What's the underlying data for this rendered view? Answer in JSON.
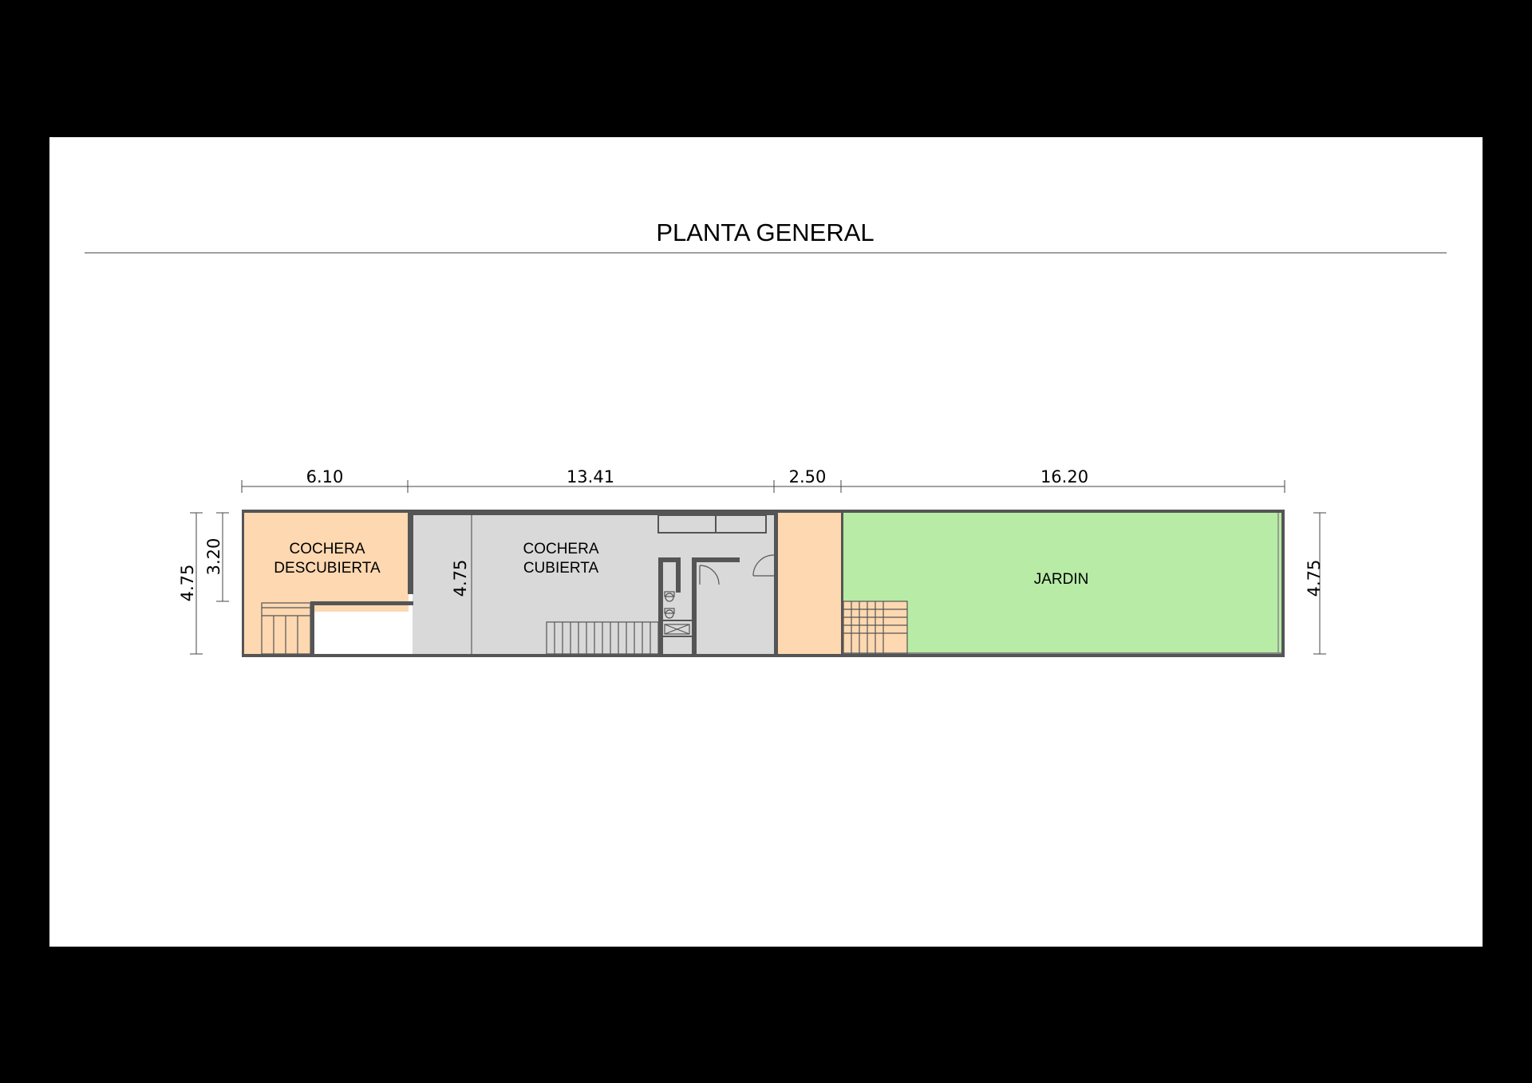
{
  "sheet": {
    "title": "PLANTA GENERAL"
  },
  "dimensions": {
    "top": [
      "6.10",
      "13.41",
      "2.50",
      "16.20"
    ],
    "left_total": "4.75",
    "left_inner": "3.20",
    "cochera_cubierta_height": "4.75",
    "right_total": "4.75"
  },
  "rooms": {
    "cochera_descubierta": [
      "COCHERA",
      "DESCUBIERTA"
    ],
    "cochera_cubierta": [
      "COCHERA",
      "CUBIERTA"
    ],
    "jardin": "JARDIN"
  },
  "colors": {
    "background": "#000000",
    "sheet": "#ffffff",
    "cochera_descubierta": "#fdd8b1",
    "cochera_cubierta": "#d9d9d9",
    "jardin": "#b7eba6",
    "walls": "#555555"
  }
}
